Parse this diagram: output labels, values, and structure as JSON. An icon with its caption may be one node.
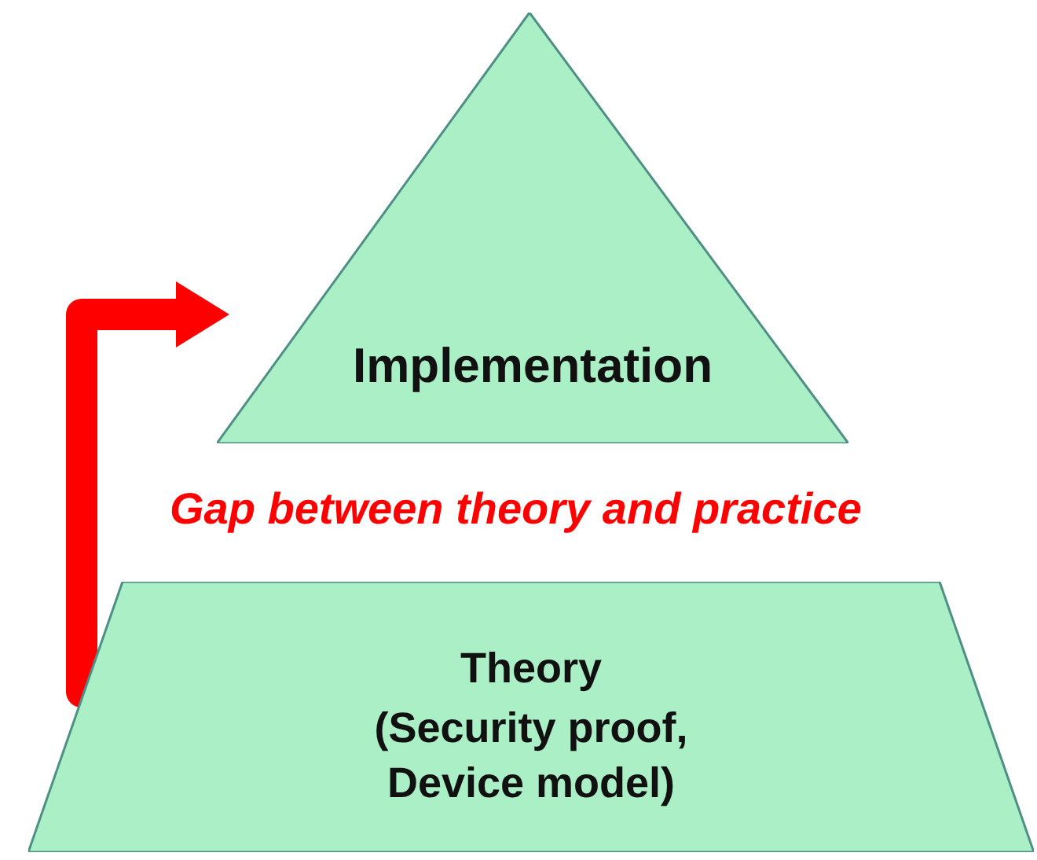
{
  "diagram": {
    "nodes": [
      {
        "text": [
          "Implementation"
        ]
      },
      {
        "text": [
          "Theory",
          "(Security proof, Device model)"
        ]
      }
    ],
    "edges": [
      {
        "from": 1,
        "to": 0,
        "arrow": "to",
        "color": "#ff0000"
      }
    ],
    "labels": [
      "Gap between theory and practice"
    ]
  }
}
